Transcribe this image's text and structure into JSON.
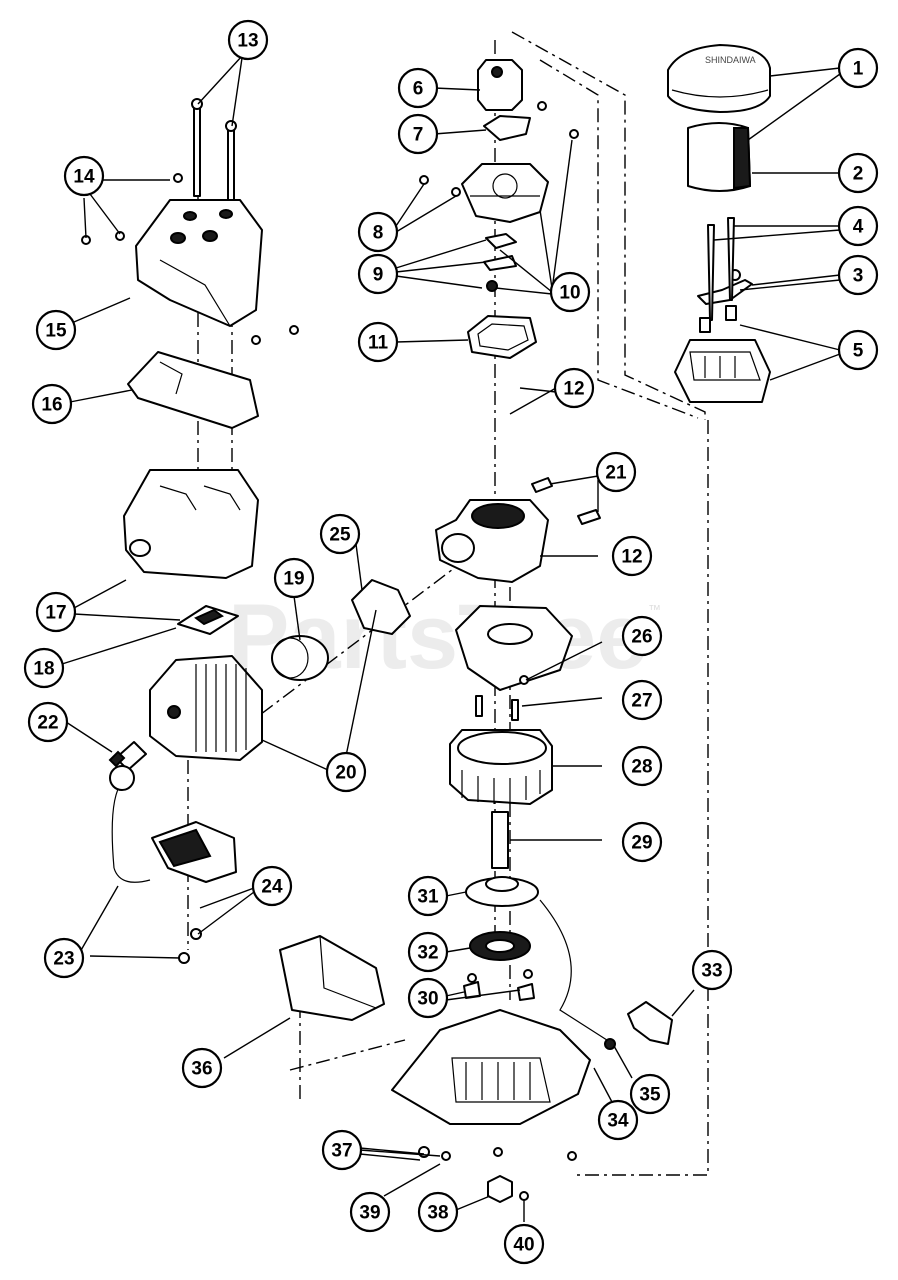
{
  "watermark": {
    "text": "PartsTree",
    "trademark": "™"
  },
  "air_filter_logo": "SHINDAIWA",
  "callouts": [
    "1",
    "2",
    "3",
    "4",
    "5",
    "6",
    "7",
    "8",
    "9",
    "10",
    "10",
    "11",
    "12",
    "12",
    "13",
    "14",
    "15",
    "16",
    "17",
    "18",
    "19",
    "20",
    "21",
    "22",
    "23",
    "24",
    "25",
    "26",
    "27",
    "28",
    "29",
    "30",
    "31",
    "32",
    "33",
    "34",
    "35",
    "36",
    "37",
    "38",
    "39",
    "40"
  ]
}
